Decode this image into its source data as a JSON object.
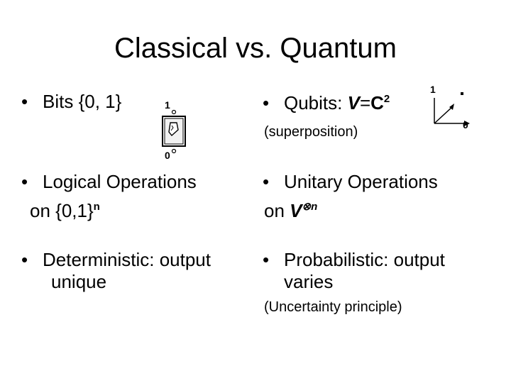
{
  "slide": {
    "title": "Classical vs. Quantum",
    "bullet_glyph": "•",
    "left": {
      "bits": "Bits {0, 1}",
      "switch": {
        "label_top": "1",
        "label_bottom": "0"
      },
      "logical_line1": "Logical Operations",
      "logical_line2_prefix": "on  {0,1}",
      "logical_exponent": "n",
      "deterministic_line1": "Deterministic: output",
      "deterministic_line2": "unique"
    },
    "right": {
      "qubits_prefix": "Qubits: ",
      "qubits_v": "V",
      "qubits_eq": "=",
      "qubits_c": "C",
      "qubits_exp": "2",
      "superposition": "(superposition)",
      "vector_diagram": {
        "label_up": "1",
        "label_right": "0"
      },
      "unitary_line1": "Unitary Operations",
      "unitary_line2_prefix": "on ",
      "unitary_v": "V",
      "unitary_tensor": "⊗",
      "unitary_exp": "n",
      "prob_line1": "Probabilistic: output",
      "prob_line2": "varies",
      "uncertainty": "(Uncertainty principle)"
    }
  }
}
